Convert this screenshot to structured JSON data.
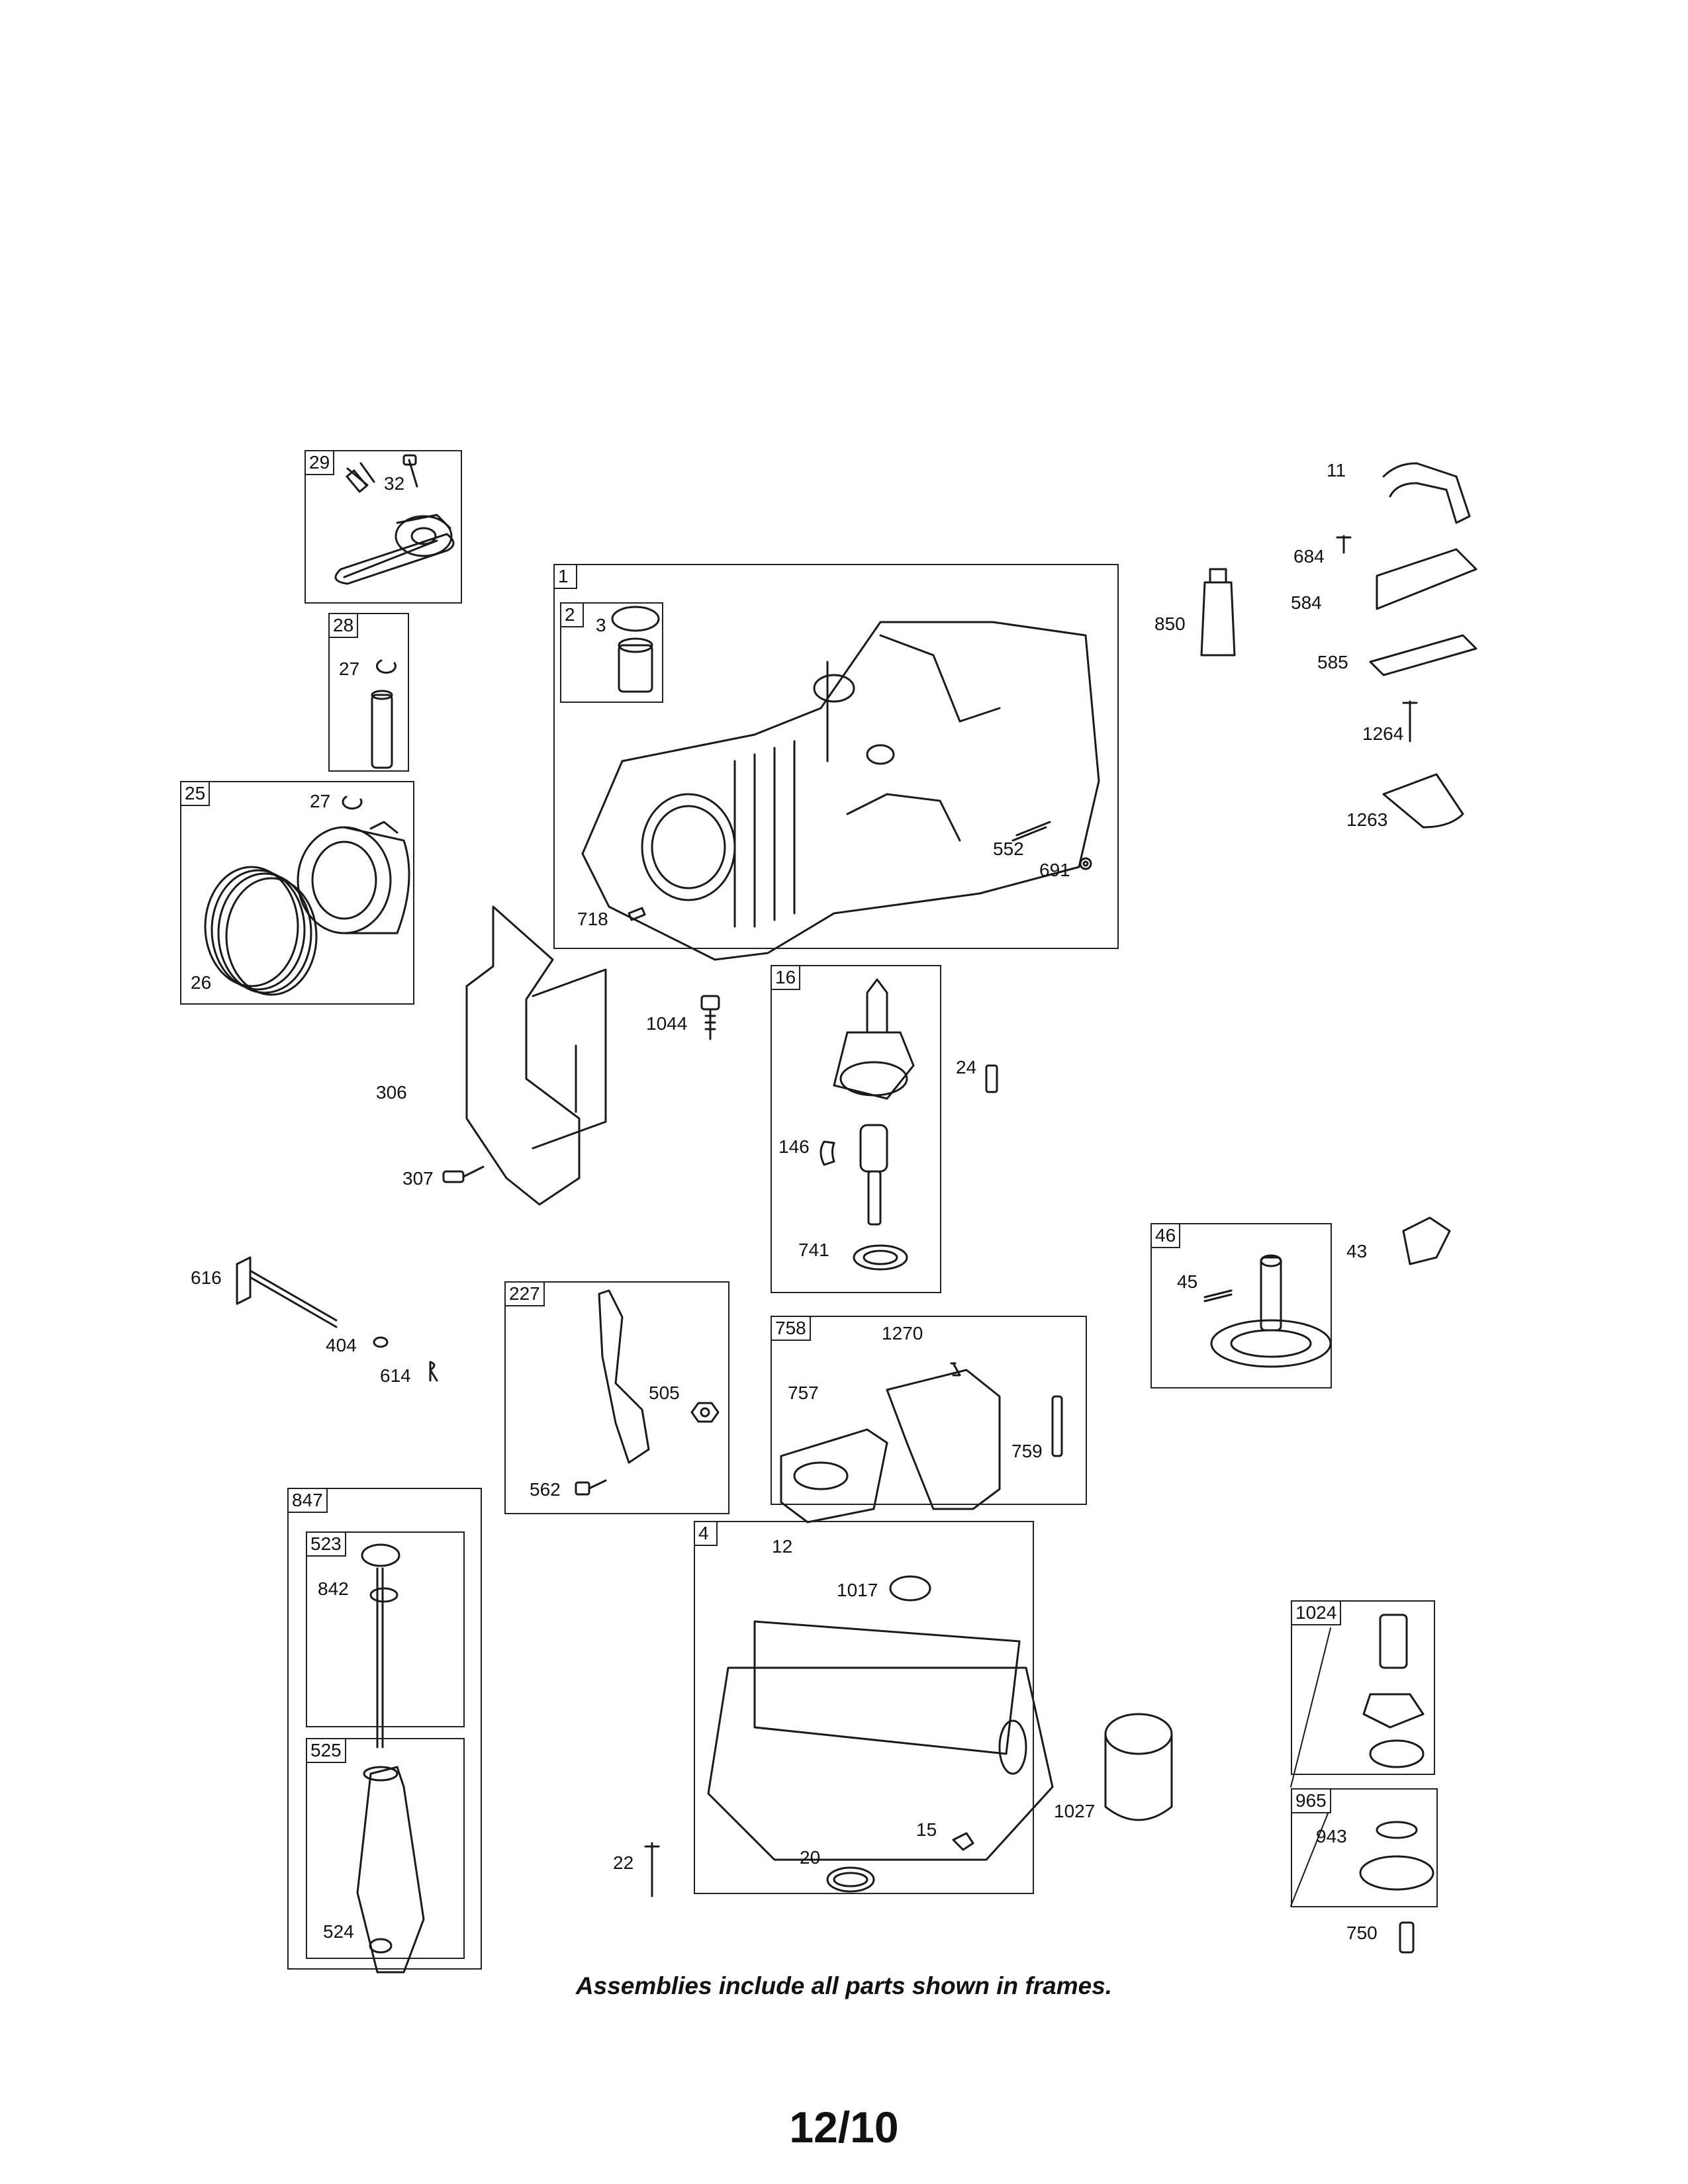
{
  "caption": "Assemblies include all parts shown in frames.",
  "page_number": "12/10",
  "frames": {
    "f29": "29",
    "f28": "28",
    "f25": "25",
    "f1": "1",
    "f2": "2",
    "f16": "16",
    "f227": "227",
    "f758": "758",
    "f46": "46",
    "f847": "847",
    "f523": "523",
    "f525": "525",
    "f4": "4",
    "f1024": "1024",
    "f965": "965"
  },
  "labels": {
    "p32": "32",
    "p27a": "27",
    "p27b": "27",
    "p26": "26",
    "p3": "3",
    "p718": "718",
    "p552": "552",
    "p691": "691",
    "p11": "11",
    "p684": "684",
    "p584": "584",
    "p850": "850",
    "p585": "585",
    "p1264": "1264",
    "p1263": "1263",
    "p306": "306",
    "p307": "307",
    "p1044": "1044",
    "p24": "24",
    "p146": "146",
    "p741": "741",
    "p616": "616",
    "p404": "404",
    "p614": "614",
    "p505": "505",
    "p562": "562",
    "p1270": "1270",
    "p757": "757",
    "p759": "759",
    "p45": "45",
    "p43": "43",
    "p842": "842",
    "p524": "524",
    "p12": "12",
    "p1017": "1017",
    "p1027": "1027",
    "p22": "22",
    "p20": "20",
    "p15": "15",
    "p943": "943",
    "p750": "750"
  }
}
